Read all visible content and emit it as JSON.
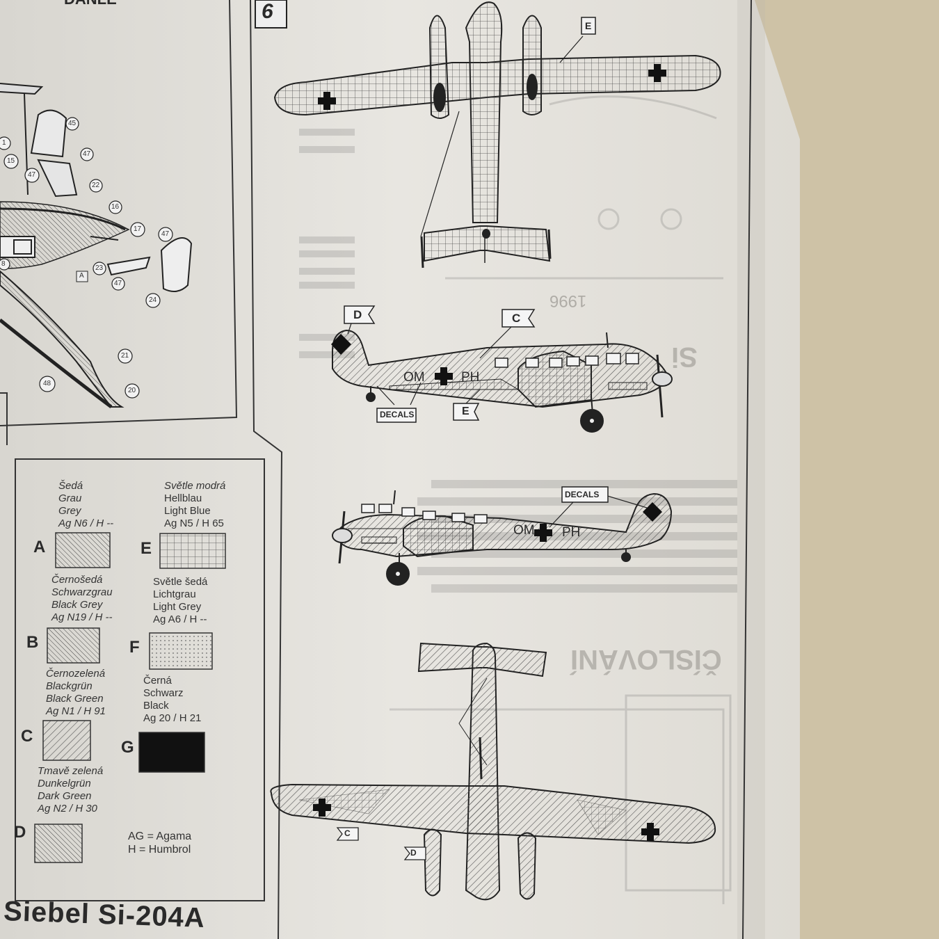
{
  "page": {
    "header_fragment": "DANLE",
    "title": "Siebel Si-204A",
    "step_number": "6"
  },
  "assembly": {
    "part_numbers": [
      "45",
      "1",
      "47",
      "15",
      "47",
      "22",
      "16",
      "17",
      "47",
      "23",
      "A",
      "47",
      "24",
      "21",
      "48",
      "20",
      "8"
    ]
  },
  "paints": [
    {
      "key": "A",
      "lines": [
        "Šedá",
        "Grau",
        "Grey",
        "Ag N6 / H --"
      ]
    },
    {
      "key": "B",
      "lines": [
        "Černošedá",
        "Schwarzgrau",
        "Black Grey",
        "Ag N19 / H --"
      ]
    },
    {
      "key": "C",
      "lines": [
        "Černozelená",
        "Blackgrün",
        "Black Green",
        "Ag N1 / H 91"
      ]
    },
    {
      "key": "D",
      "lines": [
        "Tmavě zelená",
        "Dunkelgrün",
        "Dark Green",
        "Ag N2 / H 30"
      ]
    },
    {
      "key": "E",
      "lines": [
        "Světle modrá",
        "Hellblau",
        "Light Blue",
        "Ag N5 / H 65"
      ]
    },
    {
      "key": "F",
      "lines": [
        "Světle šedá",
        "Lichtgrau",
        "Light Grey",
        "Ag A6 / H --"
      ]
    },
    {
      "key": "G",
      "lines": [
        "Černá",
        "Schwarz",
        "Black",
        "Ag 20 / H 21"
      ]
    }
  ],
  "legend_notes": [
    "AG = Agama",
    "H = Humbrol"
  ],
  "callouts": {
    "top_view": [
      "E"
    ],
    "side_left_view": [
      "D",
      "C",
      "DECALS",
      "E"
    ],
    "side_right_view": [
      "DECALS"
    ],
    "bottom_view": [
      "C",
      "D"
    ],
    "registration": [
      "OM",
      "PH"
    ]
  },
  "background_text": {
    "stamp_year": "1996",
    "heading": "ČÍSLOVÁNÍ",
    "heading2": "Si"
  },
  "colors": {
    "paper": "#e6e4df",
    "ink": "#2a2a2a",
    "table_wood": "#cfc6b2",
    "black_swatch": "#111111"
  }
}
